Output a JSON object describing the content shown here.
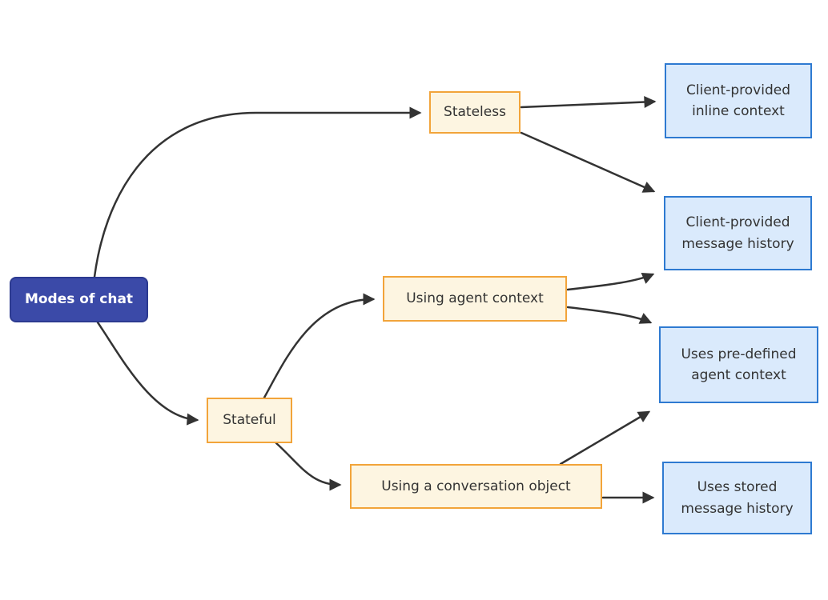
{
  "diagram": {
    "title": "Modes of chat flowchart",
    "type": "flowchart-left-to-right",
    "nodes": {
      "modes_of_chat": {
        "label": "Modes of chat",
        "role": "root"
      },
      "stateless": {
        "label": "Stateless",
        "role": "branch"
      },
      "stateful": {
        "label": "Stateful",
        "role": "branch"
      },
      "using_agent_context": {
        "label": "Using agent context",
        "role": "branch"
      },
      "using_conversation_object": {
        "label": "Using a conversation object",
        "role": "branch"
      },
      "client_inline_context": {
        "label": "Client-provided inline context",
        "role": "leaf"
      },
      "client_message_history": {
        "label": "Client-provided message history",
        "role": "leaf"
      },
      "uses_predefined_agent_context": {
        "label": "Uses pre-defined agent context",
        "role": "leaf"
      },
      "uses_stored_message_history": {
        "label": "Uses stored message history",
        "role": "leaf"
      }
    },
    "edges": [
      {
        "from": "Modes of chat",
        "to": "Stateless"
      },
      {
        "from": "Modes of chat",
        "to": "Stateful"
      },
      {
        "from": "Stateless",
        "to": "Client-provided inline context"
      },
      {
        "from": "Stateless",
        "to": "Client-provided message history"
      },
      {
        "from": "Stateful",
        "to": "Using agent context"
      },
      {
        "from": "Stateful",
        "to": "Using a conversation object"
      },
      {
        "from": "Using agent context",
        "to": "Client-provided message history"
      },
      {
        "from": "Using agent context",
        "to": "Uses pre-defined agent context"
      },
      {
        "from": "Using a conversation object",
        "to": "Uses pre-defined agent context"
      },
      {
        "from": "Using a conversation object",
        "to": "Uses stored message history"
      }
    ]
  },
  "theme": {
    "root_fill": "#3b4aa8",
    "root_border": "#2c3a90",
    "root_text": "#ffffff",
    "branch_fill": "#fdf5e1",
    "branch_border": "#f2a43a",
    "leaf_fill": "#daeafc",
    "leaf_border": "#2e7ad1",
    "node_text": "#333333",
    "edge_color": "#333333",
    "bg": "#ffffff"
  }
}
